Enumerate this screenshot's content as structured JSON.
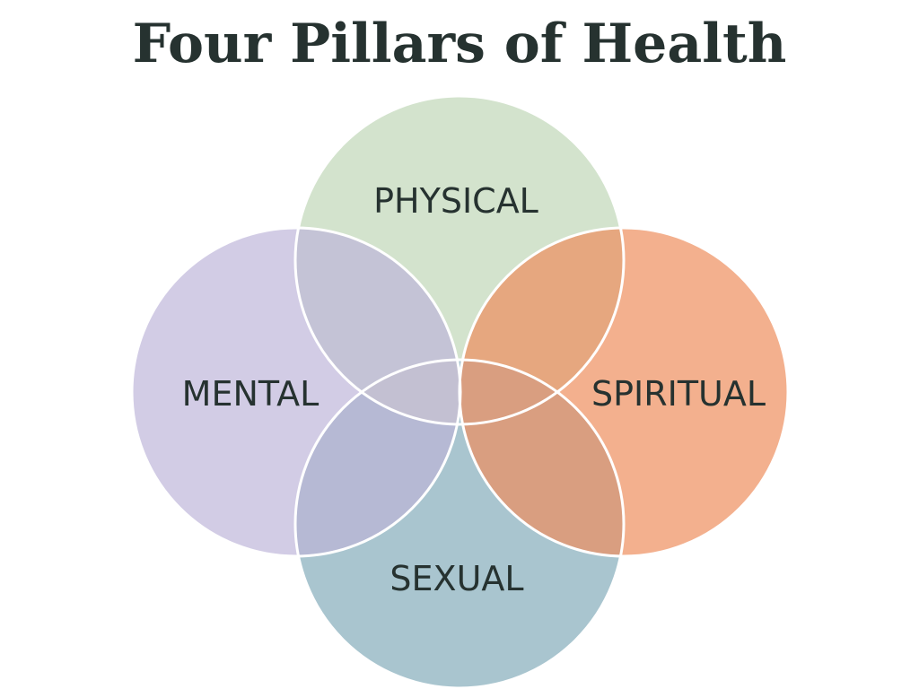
{
  "title": "Four Pillars of Health",
  "pillars": [
    {
      "key": "physical",
      "label": "PHYSICAL",
      "color": "#d3e3cd"
    },
    {
      "key": "mental",
      "label": "MENTAL",
      "color": "#d2cce5"
    },
    {
      "key": "spiritual",
      "label": "SPIRITUAL",
      "color": "#f3b08e"
    },
    {
      "key": "sexual",
      "label": "SEXUAL",
      "color": "#a9c5cf"
    }
  ],
  "colors": {
    "physical_mental": "#c4c3d6",
    "physical_spiritual": "#e6a77f",
    "mental_sexual": "#b6b9d4",
    "spiritual_sexual": "#d99e80",
    "physical_mental_sexual": "#c3c0d2",
    "physical_mental_spiritual": "#dea084",
    "center": "#dd9a7f",
    "outline": "#ffffff",
    "title": "#263230"
  }
}
